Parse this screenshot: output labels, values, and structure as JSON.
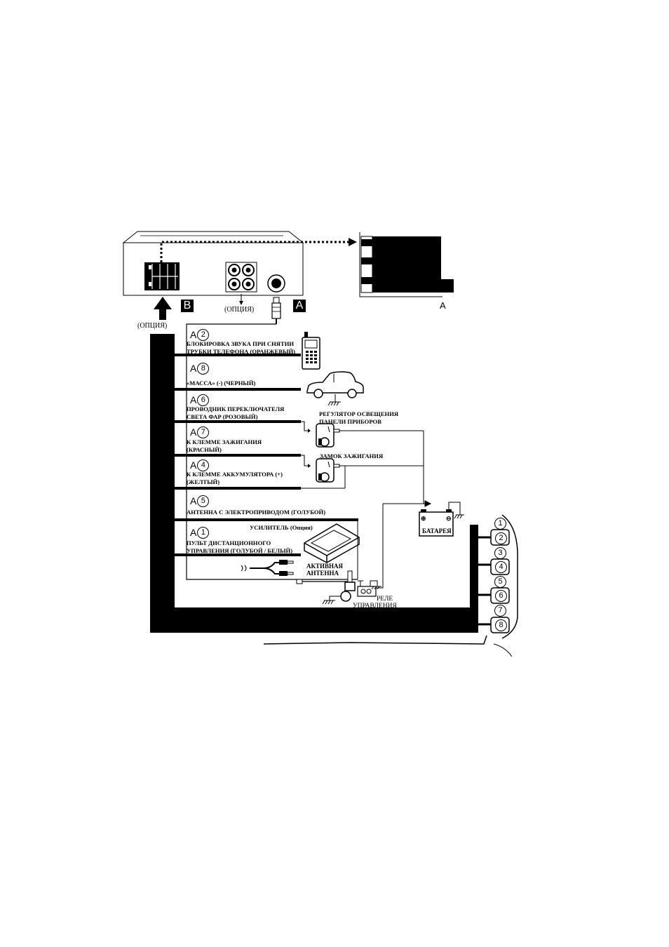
{
  "head_unit": {
    "option_label_rca": "(ОПЦИЯ)",
    "option_label_b": "(ОПЦИЯ)",
    "connector_a_letter": "A",
    "connector_b_letter": "B",
    "detail_a_letter": "A"
  },
  "wires": [
    {
      "pin": "2",
      "prefix": "A",
      "line1": "БЛОКИРОВКА ЗВУКА ПРИ СНЯТИИ",
      "line2": "ТРУБКИ ТЕЛЕФОНА (ОРАНЖЕВЫЙ)"
    },
    {
      "pin": "8",
      "prefix": "A",
      "line1": "«МАССА» (-) (ЧЕРНЫЙ)",
      "line2": ""
    },
    {
      "pin": "6",
      "prefix": "A",
      "line1": "ПРОВОДНИК ПЕРЕКЛЮЧАТЕЛЯ",
      "line2": "СВЕТА ФАР (РОЗОВЫЙ)"
    },
    {
      "pin": "7",
      "prefix": "A",
      "line1": "К КЛЕММЕ ЗАЖИГАНИЯ",
      "line2": "(КРАСНЫЙ)"
    },
    {
      "pin": "4",
      "prefix": "A",
      "line1": "К КЛЕММЕ АККУМУЛЯТОРА (+)",
      "line2": "(ЖЕЛТЫЙ)"
    },
    {
      "pin": "5",
      "prefix": "A",
      "line1": "АНТЕННА С ЭЛЕКТРОПРИВОДОМ (ГОЛУБОЙ)",
      "line2": ""
    },
    {
      "pin": "1",
      "prefix": "A",
      "line1": "ПУЛЬТ ДИСТАНЦИОННОГО",
      "line2": "УПРАВЛЕНИЯ (ГОЛУБОЙ / БЕЛЫЙ)"
    }
  ],
  "components": {
    "dimmer_line1": "РЕГУЛЯТОР ОСВЕЩЕНИЯ",
    "dimmer_line2": "ПАНЕЛИ ПРИБОРОВ",
    "ignition_switch": "ЗАМОК ЗАЖИГАНИЯ",
    "battery": "БАТАРЕЯ",
    "amplifier": "УСИЛИТЕЛЬ (Опция)",
    "active_antenna_line1": "АКТИВНАЯ",
    "active_antenna_line2": "АНТЕННА",
    "relay_line1": "РЕЛЕ",
    "relay_line2": "УПРАВЛЕНИЯ"
  },
  "connector_pins": [
    "1",
    "2",
    "3",
    "4",
    "5",
    "6",
    "7",
    "8"
  ]
}
